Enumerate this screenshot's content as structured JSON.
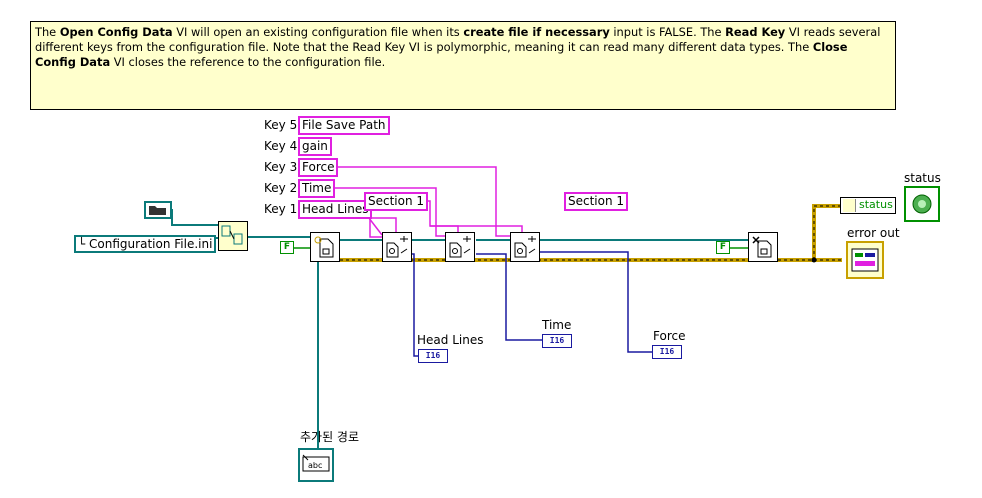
{
  "comment": {
    "t1": "The ",
    "b1": "Open Config Data",
    "t2": " VI will open an existing configuration file when its ",
    "b2": "create file if necessary",
    "t3": " input is FALSE. The ",
    "b3": "Read Key",
    "t4": " VI reads several different keys from the configuration file. Note that the Read Key VI is polymorphic, meaning it can read many different data types. The ",
    "b4": "Close Config Data",
    "t5": " VI closes the reference to the configuration file."
  },
  "keys": [
    {
      "label": "Key 5",
      "value": "File Save Path"
    },
    {
      "label": "Key 4",
      "value": "gain"
    },
    {
      "label": "Key 3",
      "value": "Force"
    },
    {
      "label": "Key 2",
      "value": "Time"
    },
    {
      "label": "Key 1",
      "value": "Head Lines"
    }
  ],
  "sections": [
    "Section 1",
    "Section 1"
  ],
  "path_constant": "Configuration File.ini",
  "false_constant": "F",
  "indicators": {
    "head_lines": "Head Lines",
    "time": "Time",
    "force": "Force",
    "type": "I16",
    "status": "status",
    "status_label": "status",
    "error_out": "error out",
    "appended_path": "추가된 경로"
  },
  "colors": {
    "string_wire": "#e020e0",
    "refnum_wire": "#0b7a7a",
    "error_wire": "#c8a000",
    "int_wire": "#1a1aa0",
    "bool_wire": "#009000",
    "comment_bg": "#ffffcc"
  }
}
